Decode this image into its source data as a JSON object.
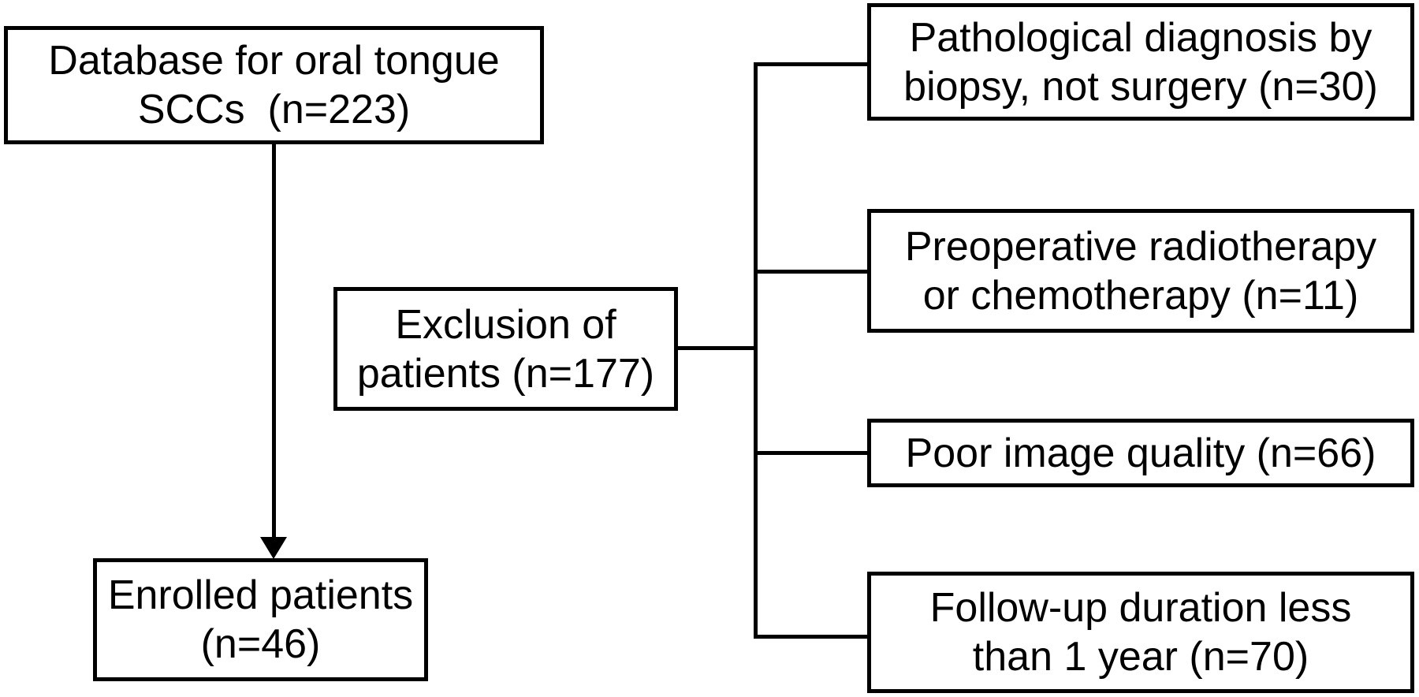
{
  "flowchart": {
    "database_box": {
      "line1": "Database for oral tongue",
      "line2": "SCCs  (n=223)",
      "n": 223
    },
    "enrolled_box": {
      "line1": "Enrolled patients",
      "line2": "(n=46)",
      "n": 46
    },
    "exclusion_box": {
      "line1": "Exclusion of",
      "line2": "patients (n=177)",
      "n": 177
    },
    "exclusion_reasons": [
      {
        "line1": "Pathological diagnosis by",
        "line2": "biopsy, not surgery (n=30)",
        "n": 30
      },
      {
        "line1": "Preoperative radiotherapy",
        "line2": "or chemotherapy (n=11)",
        "n": 11
      },
      {
        "line1": "Poor image quality (n=66)",
        "n": 66
      },
      {
        "line1": "Follow-up duration less",
        "line2": "than 1 year (n=70)",
        "n": 70
      }
    ],
    "colors": {
      "line": "#000000",
      "text": "#000000",
      "background": "#ffffff"
    }
  }
}
